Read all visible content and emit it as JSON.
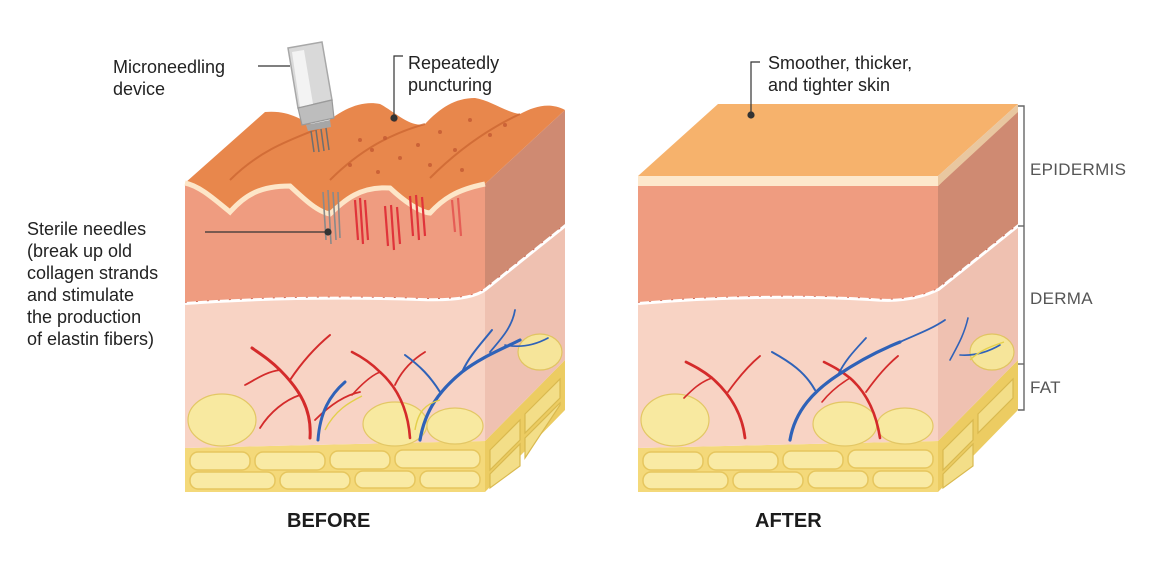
{
  "before": {
    "caption": "BEFORE",
    "labels": {
      "device": "Microneedling\ndevice",
      "puncture": "Repeatedly\npuncturing",
      "needles": "Sterile needles\n(break up old\ncollagen strands\nand stimulate\nthe production\nof elastin fibers)"
    }
  },
  "after": {
    "caption": "AFTER",
    "labels": {
      "result": "Smoother, thicker,\nand tighter skin"
    }
  },
  "layers": {
    "epidermis": "EPIDERMIS",
    "derma": "DERMA",
    "fat": "FAT"
  },
  "colors": {
    "epidermis_front": "#ef9e82",
    "epidermis_top": "#f4b070",
    "side_dark": "#cf8b72",
    "derma_front": "#f7ccbc",
    "derma_side": "#e8b4a3",
    "fat_yellow": "#f6e38e",
    "fat_cell": "#f8eaa6",
    "artery": "#d42b2b",
    "vein": "#2f62b8",
    "needle_track": "#e0343a"
  }
}
